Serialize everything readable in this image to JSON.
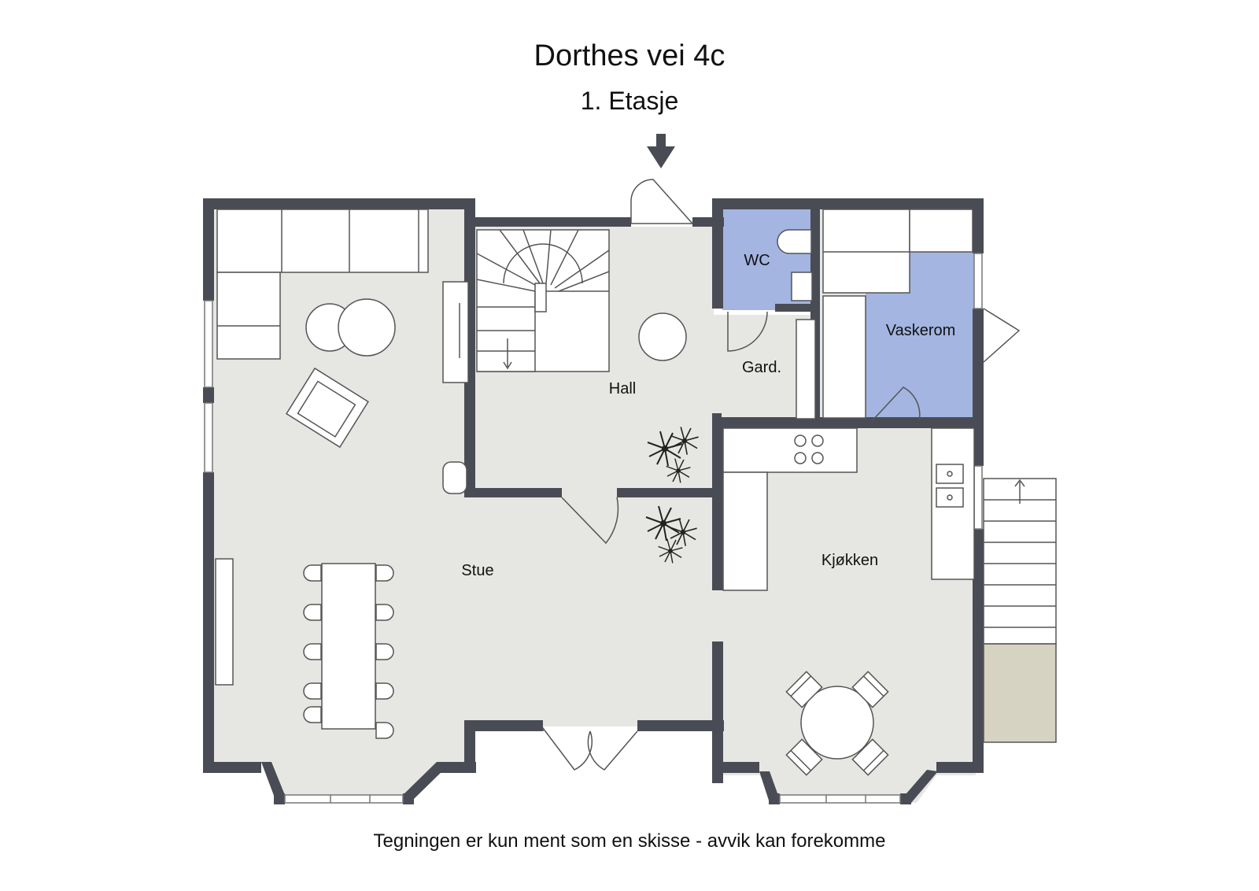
{
  "header": {
    "title": "Dorthes vei 4c",
    "floor": "1. Etasje"
  },
  "footer": {
    "disclaimer": "Tegningen er kun ment som en skisse - avvik kan forekomme"
  },
  "rooms": {
    "wc": "WC",
    "vaskerom": "Vaskerom",
    "gard": "Gard.",
    "hall": "Hall",
    "stue": "Stue",
    "kjokken": "Kjøkken"
  },
  "colors": {
    "wall": "#4a4c55",
    "floor": "#e6e7e2",
    "wet_room": "#a3b5e0",
    "balcony": "#d7d3c3",
    "furniture_stroke": "#555555"
  },
  "icons": {
    "entrance": "arrow-down-icon"
  }
}
